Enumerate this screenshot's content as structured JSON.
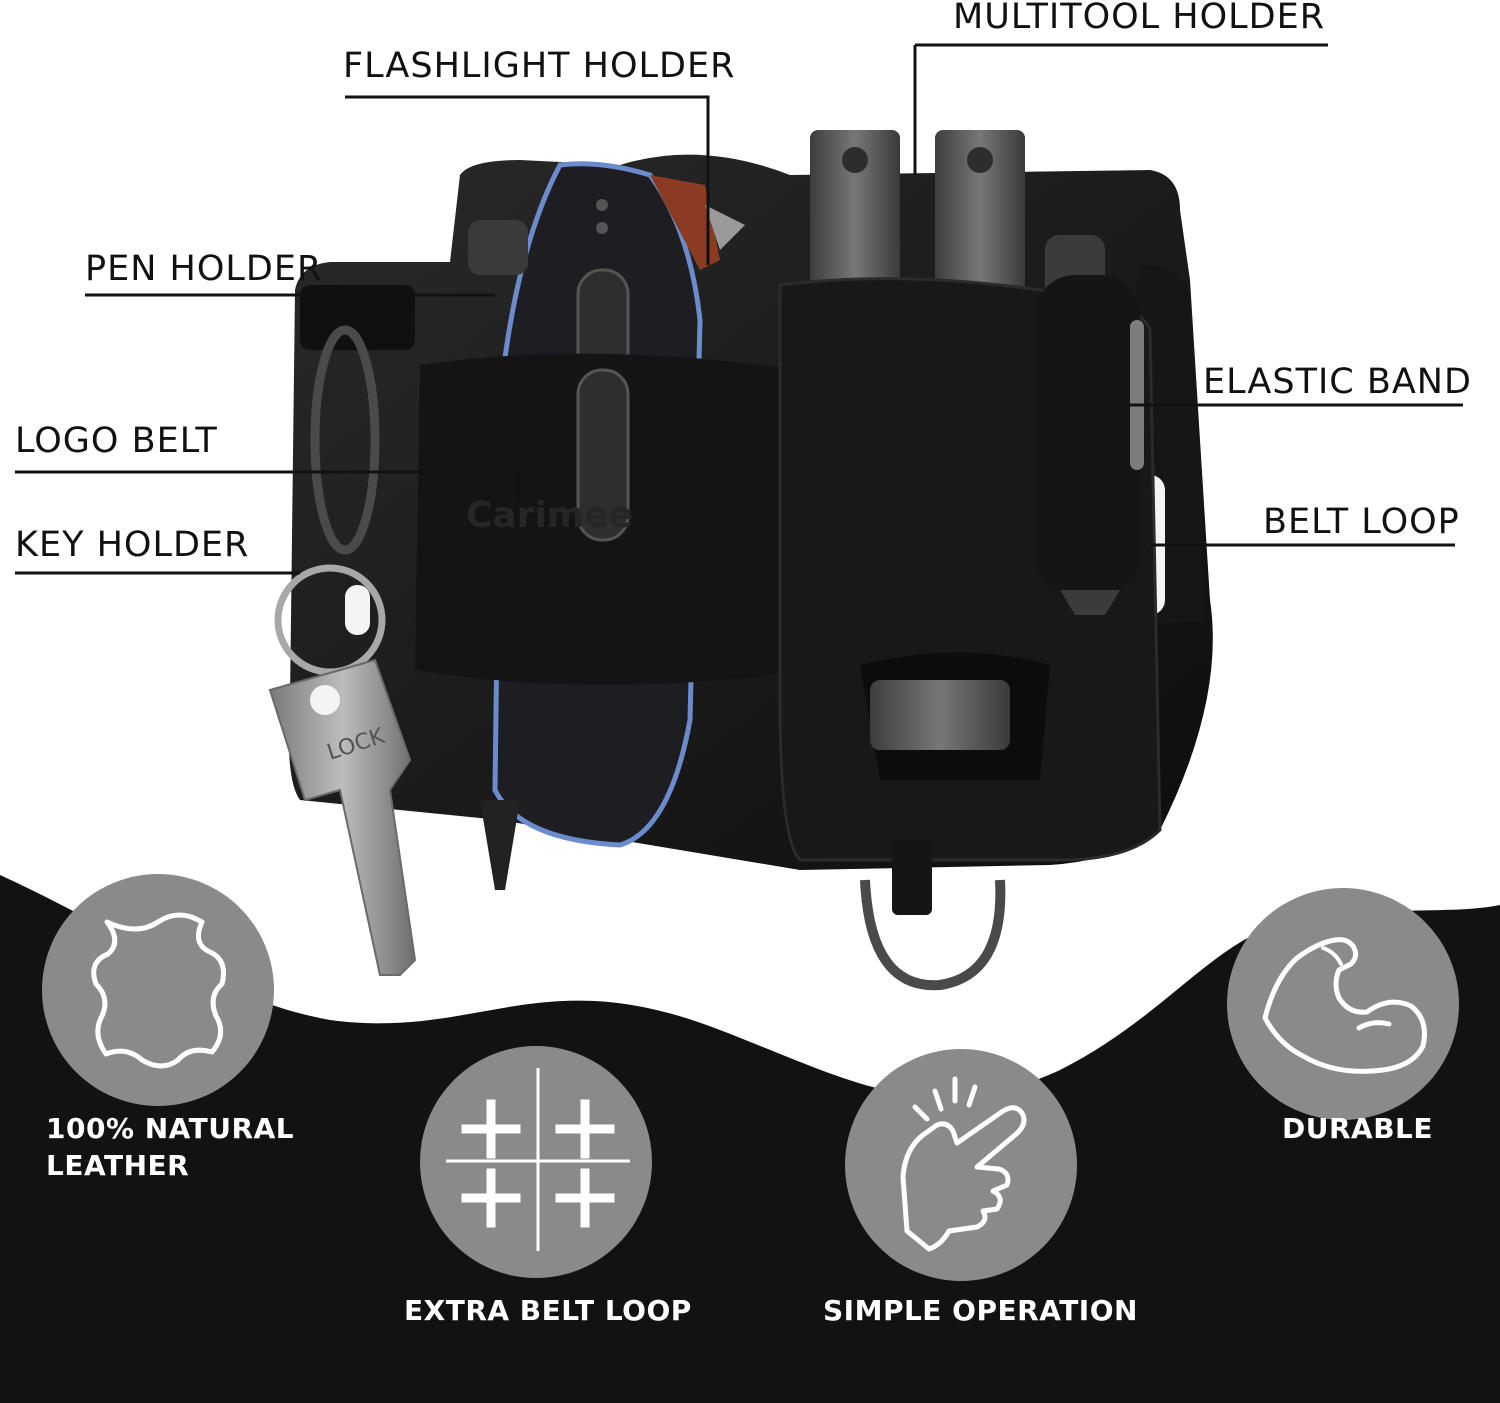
{
  "callouts": {
    "multitool": "MULTITOOL HOLDER",
    "flashlight": "FLASHLIGHT HOLDER",
    "pen": "PEN HOLDER",
    "elastic": "ELASTIC BAND",
    "logo": "LOGO BELT",
    "belt_loop": "BELT LOOP",
    "key": "KEY HOLDER"
  },
  "product": {
    "brand_logo": "Carimee",
    "key_stamp": "LOCK"
  },
  "features": [
    {
      "line1": "100% NATURAL",
      "line2": "LEATHER",
      "icon": "leather-hide-icon"
    },
    {
      "line1": "EXTRA BELT LOOP",
      "line2": "",
      "icon": "four-plus-grid-icon"
    },
    {
      "line1": "SIMPLE OPERATION",
      "line2": "",
      "icon": "snapping-hand-icon"
    },
    {
      "line1": "DURABLE",
      "line2": "",
      "icon": "flexed-arm-icon"
    }
  ],
  "colors": {
    "background_top": "#ffffff",
    "background_bottom": "#121212",
    "circle": "#8a8a8a",
    "leather": "#1a1a1a",
    "knife_accent": "#6a8ccc",
    "wood": "#8a3b22"
  }
}
